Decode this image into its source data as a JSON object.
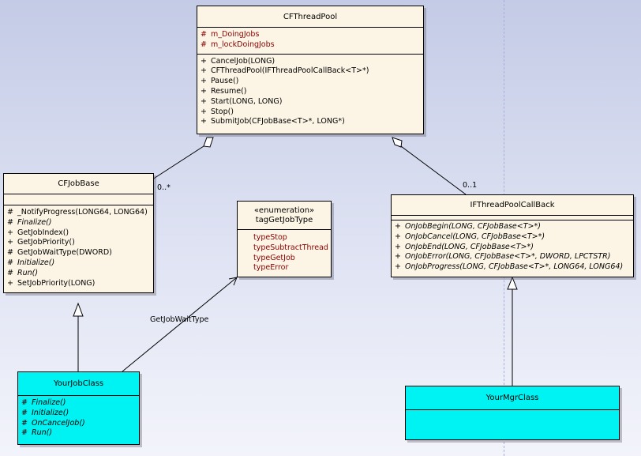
{
  "diagram": {
    "classes": [
      {
        "id": "cfthreadpool",
        "name": "CFThreadPool",
        "attributes": [
          {
            "vis": "#",
            "text": "m_DoingJobs"
          },
          {
            "vis": "#",
            "text": "m_lockDoingJobs"
          }
        ],
        "operations": [
          {
            "vis": "+",
            "text": "CancelJob(LONG)"
          },
          {
            "vis": "+",
            "text": "CFThreadPool(IFThreadPoolCallBack<T>*)"
          },
          {
            "vis": "+",
            "text": "Pause()"
          },
          {
            "vis": "+",
            "text": "Resume()"
          },
          {
            "vis": "+",
            "text": "Start(LONG, LONG)"
          },
          {
            "vis": "+",
            "text": "Stop()"
          },
          {
            "vis": "+",
            "text": "SubmitJob(CFJobBase<T>*, LONG*)"
          }
        ]
      },
      {
        "id": "cfjobbase",
        "name": "CFJobBase",
        "attributes": [],
        "operations": [
          {
            "vis": "#",
            "text": "_NotifyProgress(LONG64, LONG64)"
          },
          {
            "vis": "#",
            "text": "Finalize()",
            "italic": true
          },
          {
            "vis": "+",
            "text": "GetJobIndex()"
          },
          {
            "vis": "+",
            "text": "GetJobPriority()"
          },
          {
            "vis": "#",
            "text": "GetJobWaitType(DWORD)"
          },
          {
            "vis": "#",
            "text": "Initialize()",
            "italic": true
          },
          {
            "vis": "#",
            "text": "Run()",
            "italic": true
          },
          {
            "vis": "+",
            "text": "SetJobPriority(LONG)"
          }
        ]
      },
      {
        "id": "taggetjobtype",
        "stereotype": "«enumeration»",
        "name": "tagGetJobType",
        "values": [
          "typeStop",
          "typeSubtractThread",
          "typeGetJob",
          "typeError"
        ]
      },
      {
        "id": "ifthreadpoolcallback",
        "name": "IFThreadPoolCallBack",
        "attributes": [],
        "operations": [
          {
            "vis": "+",
            "text": "OnJobBegin(LONG, CFJobBase<T>*)",
            "italic": true
          },
          {
            "vis": "+",
            "text": "OnJobCancel(LONG, CFJobBase<T>*)",
            "italic": true
          },
          {
            "vis": "+",
            "text": "OnJobEnd(LONG, CFJobBase<T>*)",
            "italic": true
          },
          {
            "vis": "+",
            "text": "OnJobError(LONG, CFJobBase<T>*, DWORD, LPCTSTR)",
            "italic": true
          },
          {
            "vis": "+",
            "text": "OnJobProgress(LONG, CFJobBase<T>*, LONG64, LONG64)",
            "italic": true
          }
        ]
      },
      {
        "id": "yourjobclass",
        "name": "YourJobClass",
        "attributes": [],
        "operations": [
          {
            "vis": "#",
            "text": "Finalize()",
            "italic": true
          },
          {
            "vis": "#",
            "text": "Initialize()",
            "italic": true
          },
          {
            "vis": "#",
            "text": "OnCancelJob()",
            "italic": true
          },
          {
            "vis": "#",
            "text": "Run()",
            "italic": true
          }
        ]
      },
      {
        "id": "yourmgrclass",
        "name": "YourMgrClass",
        "attributes": [],
        "operations": []
      }
    ],
    "relations": {
      "aggregation_jobs_multiplicity": "0..*",
      "aggregation_callback_multiplicity": "0..1",
      "dependency_label": "GetJobWaitType"
    },
    "colors": {
      "class_fill": "#fcf5e5",
      "highlight_fill": "#00f3f3",
      "attribute_text": "#8b0000",
      "background_top": "#c4cbe6"
    }
  }
}
